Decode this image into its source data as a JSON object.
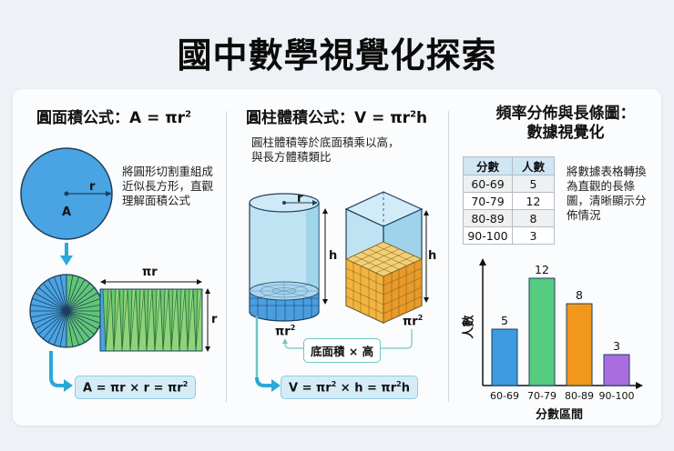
{
  "title": "國中數學視覺化探索",
  "panels": {
    "circle": {
      "title": "圓面積公式：A = πr",
      "title_sup": "2",
      "description": "將圓形切割重組成近似長方形，直觀理解面積公式",
      "label_r": "r",
      "label_A": "A",
      "label_pir": "πr",
      "label_r_side": "r",
      "formula": "A = πr × r = πr",
      "formula_sup": "2",
      "colors": {
        "blue": "#3d9be0",
        "green": "#5ec46e",
        "arrow": "#2aa8d8"
      }
    },
    "cylinder": {
      "title": "圓柱體積公式：V = πr",
      "title_sup": "2",
      "title_suffix": "h",
      "description_line1": "圓柱體積等於底面積乘以高，",
      "description_line2": "與長方體積類比",
      "label_r": "r",
      "label_h_left": "h",
      "label_h_right": "h",
      "label_base_left": "πr",
      "label_base_left_sup": "2",
      "label_base_right": "πr",
      "label_base_right_sup": "2",
      "connector_label": "底面積 × 高",
      "formula_a": "V = πr",
      "formula_sup1": "2",
      "formula_b": " × h = πr",
      "formula_sup2": "2",
      "formula_c": "h",
      "colors": {
        "glass": "#bfe3f2",
        "base": "#4a9ee0",
        "cube": "#f2b441",
        "arrow": "#2aa8d8"
      }
    },
    "histogram": {
      "title_line1": "頻率分佈與長條圖：",
      "title_line2": "數據視覺化",
      "description": "將數據表格轉換為直觀的長條圖，清晰顯示分佈情況",
      "table": {
        "headers": [
          "分數",
          "人數"
        ],
        "rows": [
          [
            "60-69",
            "5"
          ],
          [
            "70-79",
            "12"
          ],
          [
            "80-89",
            "8"
          ],
          [
            "90-100",
            "3"
          ]
        ]
      }
    }
  },
  "chart_data": {
    "type": "bar",
    "title": "",
    "categories": [
      "60-69",
      "70-79",
      "80-89",
      "90-100"
    ],
    "values": [
      5,
      12,
      8,
      3
    ],
    "colors": [
      "#3d9be0",
      "#55cc80",
      "#f2971e",
      "#a86ee0"
    ],
    "xlabel": "分數區間",
    "ylabel": "人數",
    "ylim": [
      0,
      14
    ],
    "grid": false,
    "legend": "none"
  }
}
